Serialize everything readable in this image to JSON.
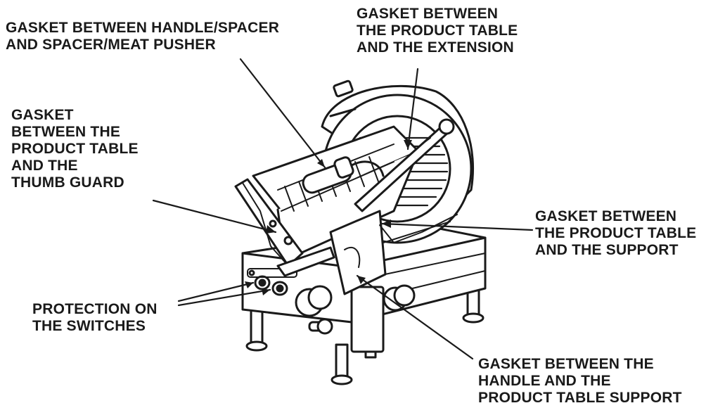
{
  "labels": {
    "handle_spacer": [
      "GASKET BETWEEN HANDLE/SPACER",
      "AND SPACER/MEAT PUSHER"
    ],
    "table_extension": [
      "GASKET BETWEEN",
      "THE PRODUCT TABLE",
      "AND THE EXTENSION"
    ],
    "thumb_guard": [
      "GASKET",
      "BETWEEN THE",
      "PRODUCT TABLE",
      "AND THE",
      "THUMB GUARD"
    ],
    "table_support": [
      "GASKET BETWEEN",
      "THE PRODUCT TABLE",
      "AND THE SUPPORT"
    ],
    "switches": [
      "PROTECTION ON",
      "THE SWITCHES"
    ],
    "handle_table_support": [
      "GASKET BETWEEN THE",
      "HANDLE AND THE",
      "PRODUCT TABLE SUPPORT"
    ]
  },
  "colors": {
    "ink": "#1a1a1a",
    "fill": "#ffffff",
    "shade": "#6e6e6e"
  }
}
